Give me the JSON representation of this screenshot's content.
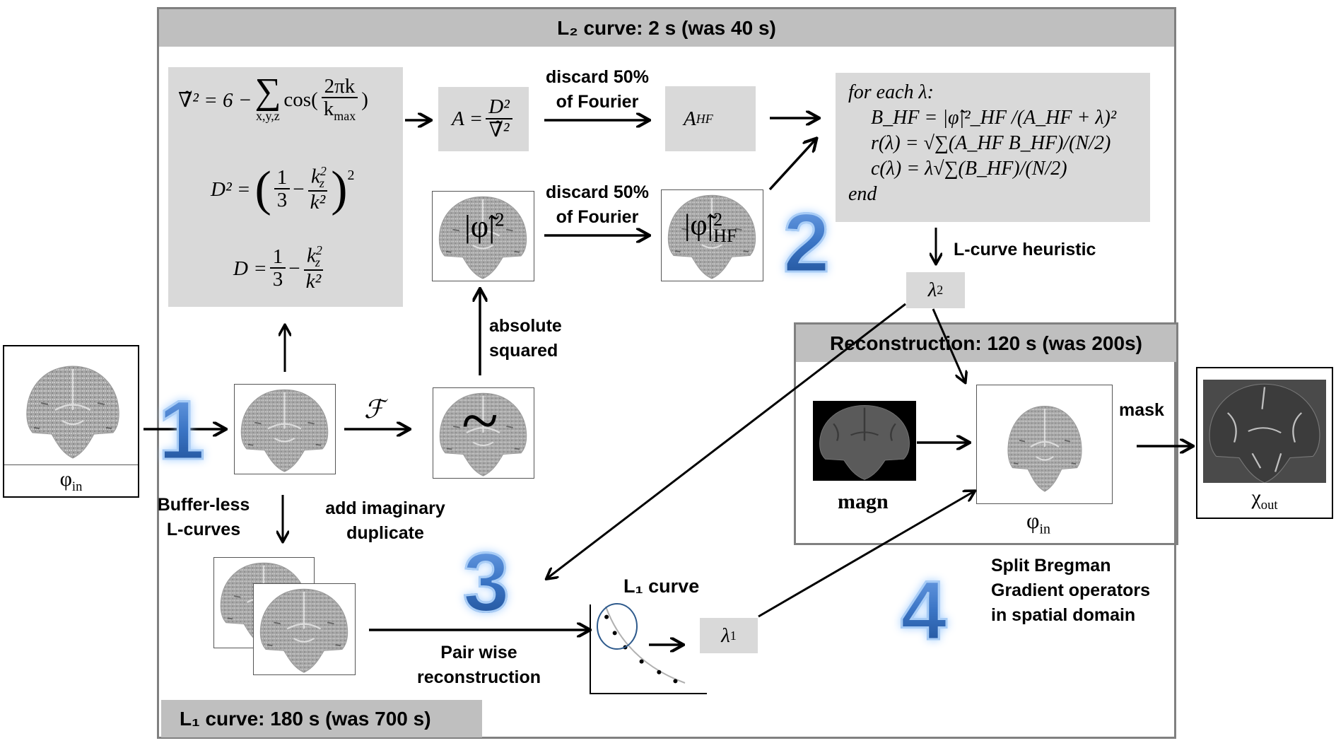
{
  "headers": {
    "l2_curve": "L₂ curve:     2 s (was 40 s)",
    "reconstruction": "Reconstruction:  120 s (was 200s)",
    "l1_curve": "L₁ curve:     180 s (was 700 s)"
  },
  "formulas": {
    "laplacian": {
      "lhs": "∇̃² = 6 −",
      "sum": "∑",
      "sum_sub": "x,y,z",
      "cos": "cos(",
      "num": "2πk",
      "den": "k",
      "den_sub": "max",
      "close": ")"
    },
    "d_squared": {
      "lhs": "D² =",
      "one": "1",
      "three": "3",
      "minus": "−",
      "num": "k",
      "num_sup": "2",
      "num_sub": "z",
      "den": "k²",
      "power": "2"
    },
    "d": {
      "lhs": "D =",
      "one": "1",
      "three": "3",
      "minus": "−",
      "num": "k",
      "num_sup": "2",
      "num_sub": "z",
      "den": "k²"
    },
    "a": {
      "lhs": "A =",
      "num": "D²",
      "den": "∇̃²"
    },
    "a_hf": {
      "base": "A",
      "sub": "HF"
    },
    "for_each": {
      "line1": "for each λ:",
      "line2": "B_HF  =  |φ̃|²_HF /(A_HF + λ)²",
      "line3": "r(λ) =  √∑(A_HF B_HF)/(N/2)",
      "line4": "c(λ) = λ√∑(B_HF)/(N/2)",
      "line5": "end"
    },
    "lambda2": {
      "base": "λ",
      "sub": "2"
    },
    "lambda1": {
      "base": "λ",
      "sub": "1"
    }
  },
  "labels": {
    "discard_top_1": "discard 50%",
    "discard_top_2": "of Fourier",
    "discard_bot_1": "discard 50%",
    "discard_bot_2": "of Fourier",
    "l_curve_heuristic": "L-curve heuristic",
    "absolute_1": "absolute",
    "absolute_2": "squared",
    "fourier_symbol": "ℱ",
    "buffer_less_1": "Buffer-less",
    "buffer_less_2": "L-curves",
    "add_imag_1": "add imaginary",
    "add_imag_2": "duplicate",
    "pair_wise_1": "Pair wise",
    "pair_wise_2": "reconstruction",
    "l1_curve_title": "L₁ curve",
    "mask": "mask",
    "magn": "magn",
    "split_1": "Split Bregman",
    "split_2": "Gradient operators",
    "split_3": "in spatial domain"
  },
  "images": {
    "phi_in_left": {
      "base": "φ",
      "sub": "in"
    },
    "phi_tilde_sq": {
      "text": "|φ̃|",
      "sup": "2"
    },
    "phi_tilde_sq_hf": {
      "text": "|φ̃|",
      "sup": "2",
      "sub": "HF"
    },
    "tilde_mark": "~",
    "phi_in_recon": {
      "base": "φ",
      "sub": "in"
    },
    "chi_out": {
      "base": "χ",
      "sub": "out"
    }
  },
  "steps": [
    "1",
    "2",
    "3",
    "4"
  ],
  "l1_plot": {
    "points": [
      [
        0.14,
        0.86
      ],
      [
        0.21,
        0.68
      ],
      [
        0.3,
        0.52
      ],
      [
        0.44,
        0.36
      ],
      [
        0.59,
        0.24
      ],
      [
        0.73,
        0.14
      ]
    ],
    "highlighted": [
      0,
      1
    ]
  },
  "colors": {
    "header_gray": "#bfbfbf",
    "formula_gray": "#d9d9d9",
    "frame": "#808080",
    "step_blue": "#2f67b3",
    "circle_blue": "#2e5a8c"
  }
}
